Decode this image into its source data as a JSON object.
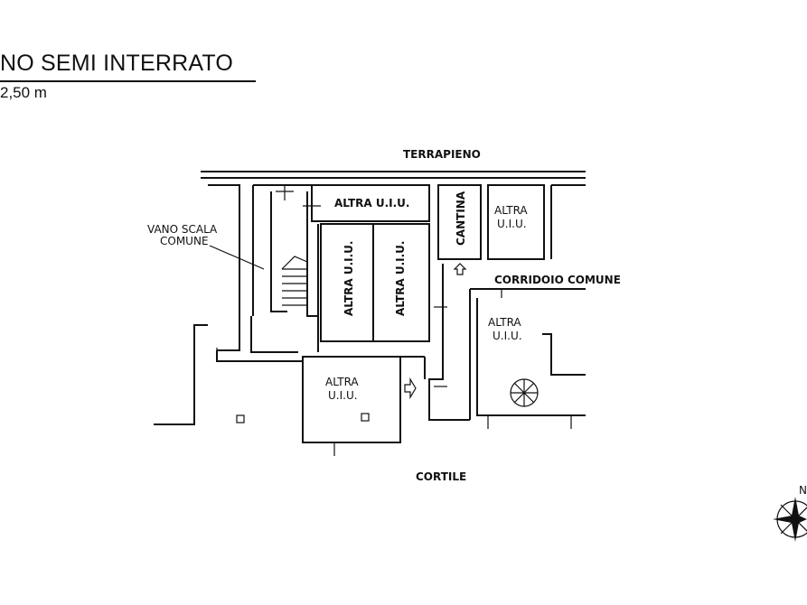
{
  "header": {
    "title": "NO SEMI INTERRATO",
    "height_text": "2,50 m"
  },
  "rooms": {
    "terrapieno": "TERRAPIENO",
    "altra_top": "ALTRA U.I.U.",
    "cantina": "CANTINA",
    "altra_small_line1": "ALTRA",
    "altra_small_line2": "U.I.U.",
    "vano_scala_line1": "VANO SCALA",
    "vano_scala_line2": "COMUNE",
    "altra_vert_1": "ALTRA U.I.U.",
    "altra_vert_2": "ALTRA U.I.U.",
    "corridoio": "CORRIDOIO COMUNE",
    "altra_right_line1": "ALTRA",
    "altra_right_line2": "U.I.U.",
    "altra_bottom_line1": "ALTRA",
    "altra_bottom_line2": "U.I.U.",
    "cortile": "CORTILE"
  },
  "compass": {
    "north_letter": "N"
  }
}
